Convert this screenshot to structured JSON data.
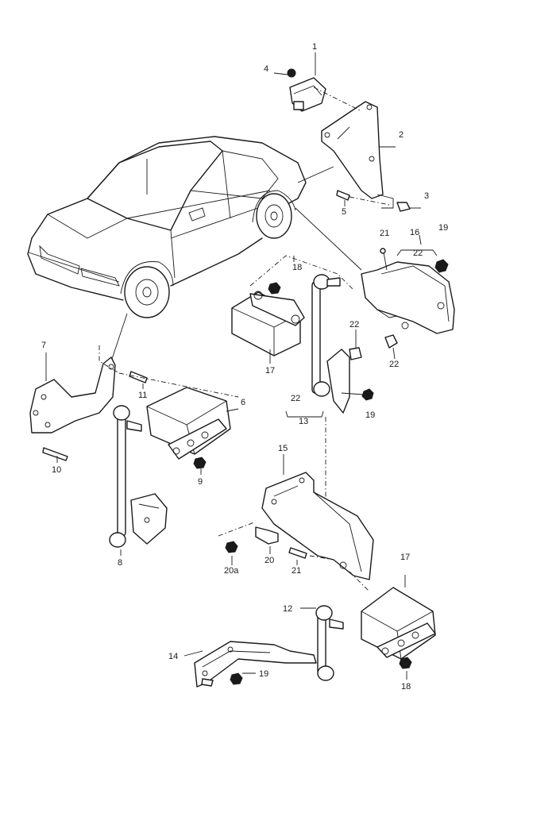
{
  "callouts": [
    {
      "id": "c1",
      "text": "1"
    },
    {
      "id": "c2",
      "text": "2"
    },
    {
      "id": "c3",
      "text": "3"
    },
    {
      "id": "c4",
      "text": "4"
    },
    {
      "id": "c5",
      "text": "5"
    },
    {
      "id": "c6",
      "text": "6"
    },
    {
      "id": "c7",
      "text": "7"
    },
    {
      "id": "c8",
      "text": "8"
    },
    {
      "id": "c9",
      "text": "9"
    },
    {
      "id": "c10",
      "text": "10"
    },
    {
      "id": "c11",
      "text": "11"
    },
    {
      "id": "c12",
      "text": "12"
    },
    {
      "id": "c13",
      "text": "13"
    },
    {
      "id": "c14",
      "text": "14"
    },
    {
      "id": "c15",
      "text": "15"
    },
    {
      "id": "c16",
      "text": "16"
    },
    {
      "id": "c17a",
      "text": "17"
    },
    {
      "id": "c17b",
      "text": "17"
    },
    {
      "id": "c18a",
      "text": "18"
    },
    {
      "id": "c18b",
      "text": "18"
    },
    {
      "id": "c19a",
      "text": "19"
    },
    {
      "id": "c19b",
      "text": "19"
    },
    {
      "id": "c19c",
      "text": "19"
    },
    {
      "id": "c20",
      "text": "20"
    },
    {
      "id": "c20a",
      "text": "20a"
    },
    {
      "id": "c21a",
      "text": "21"
    },
    {
      "id": "c21b",
      "text": "21"
    },
    {
      "id": "c22a",
      "text": "22"
    },
    {
      "id": "c22b",
      "text": "22"
    },
    {
      "id": "c22c",
      "text": "22"
    },
    {
      "id": "c22d",
      "text": "22"
    }
  ]
}
